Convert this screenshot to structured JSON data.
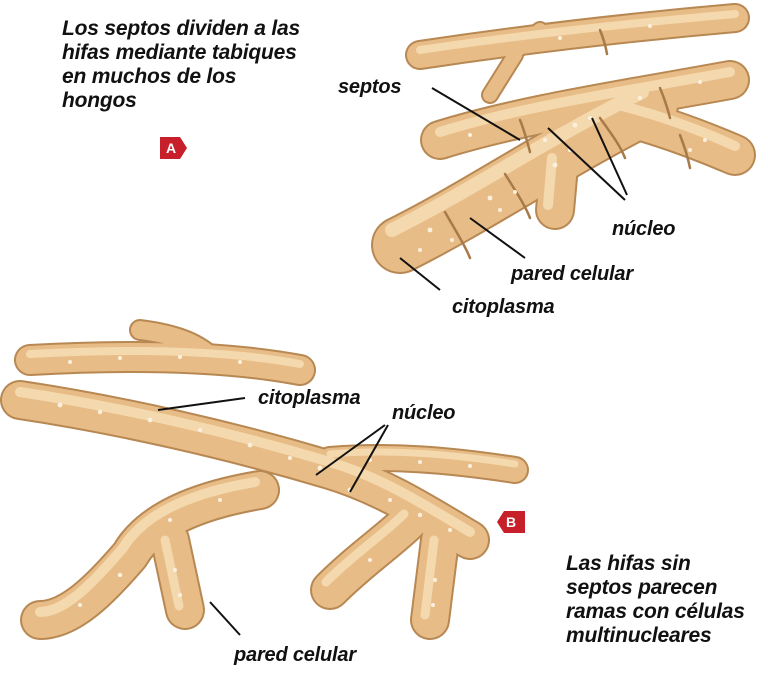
{
  "panel_a": {
    "caption_lines": [
      "Los septos dividen a las",
      "hifas mediante tabiques",
      "en muchos de los",
      "hongos"
    ],
    "badge": "A",
    "labels": {
      "septos": "septos",
      "nucleo": "núcleo",
      "pared": "pared celular",
      "citoplasma": "citoplasma"
    }
  },
  "panel_b": {
    "caption_lines": [
      "Las hifas sin",
      "septos parecen",
      "ramas con células",
      "multinucleares"
    ],
    "badge": "B",
    "labels": {
      "citoplasma": "citoplasma",
      "nucleo": "núcleo",
      "pared": "pared celular"
    }
  },
  "colors": {
    "hypha_fill": "#e7bc86",
    "hypha_light": "#f6dcb3",
    "hypha_edge": "#b98a56",
    "badge_red": "#c8202a",
    "leader_line": "#111111"
  }
}
